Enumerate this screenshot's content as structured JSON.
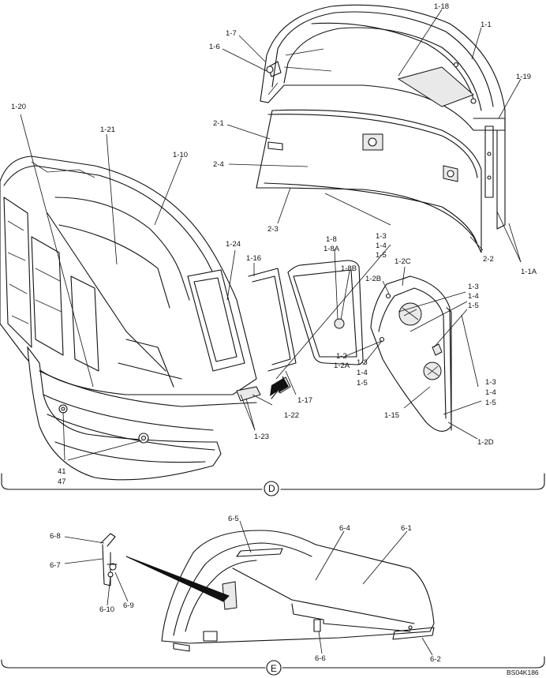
{
  "labels": {
    "l_1_18": "1-18",
    "l_1_1": "1-1",
    "l_1_7": "1-7",
    "l_1_6": "1-6",
    "l_1_19": "1-19",
    "l_2_1": "2-1",
    "l_1_20": "1-20",
    "l_1_21": "1-21",
    "l_1_10": "1-10",
    "l_2_4": "2-4",
    "l_2_3": "2-3",
    "l_1_3a": "1-3",
    "l_1_4a": "1-4",
    "l_1_5a": "1-5",
    "l_1_8": "1-8",
    "l_1_8a": "1-8A",
    "l_1_24": "1-24",
    "l_1_16": "1-16",
    "l_1_8b": "1-8B",
    "l_1_2b": "1-2B",
    "l_1_2c": "1-2C",
    "l_2_2": "2-2",
    "l_1_1a": "1-1A",
    "l_1_3b": "1-3",
    "l_1_4b": "1-4",
    "l_1_5b": "1-5",
    "l_1_2": "1-2",
    "l_1_2a": "1-2A",
    "l_1_3c": "1-3",
    "l_1_4c": "1-4",
    "l_1_5c": "1-5",
    "l_1_3d": "1-3",
    "l_1_4d": "1-4",
    "l_1_5d": "1-5",
    "l_1_17": "1-17",
    "l_1_22": "1-22",
    "l_1_23": "1-23",
    "l_1_15": "1-15",
    "l_1_2d": "1-2D",
    "l_41": "41",
    "l_47": "47",
    "l_6_5": "6-5",
    "l_6_4": "6-4",
    "l_6_1": "6-1",
    "l_6_8": "6-8",
    "l_6_7": "6-7",
    "l_6_10": "6-10",
    "l_6_9": "6-9",
    "l_6_6": "6-6",
    "l_6_2": "6-2"
  },
  "sections": {
    "d": "D",
    "e": "E"
  },
  "drawing_code": "BS04K186"
}
